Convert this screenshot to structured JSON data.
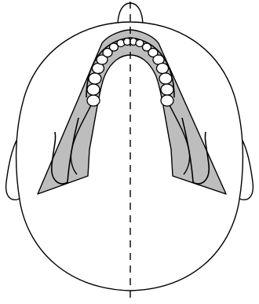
{
  "diagram": {
    "colors": {
      "outline": "#000000",
      "background": "#ffffff",
      "jaw_region_fill": "#bdbdbd",
      "tooth_fill": "#ffffff"
    },
    "parts": {
      "head": "head-outline",
      "nose": "nose",
      "left_ear": "left-ear",
      "right_ear": "right-ear",
      "jaw_region": "shaded-mandible-region",
      "dental_arch": "dental-arch",
      "midline": "dashed-midline"
    }
  }
}
